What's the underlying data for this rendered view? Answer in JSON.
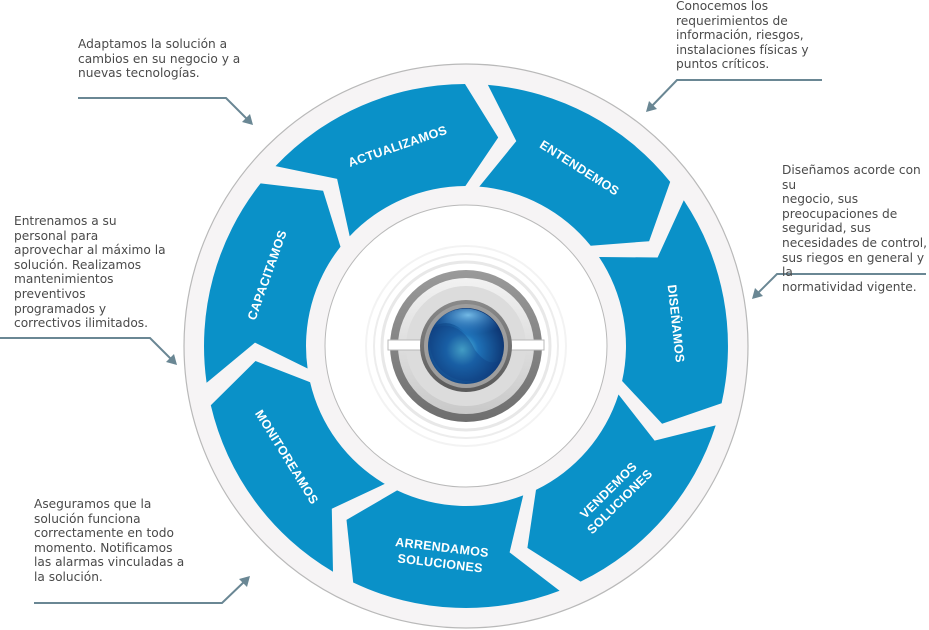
{
  "colors": {
    "segment_blue": "#0a91c8",
    "ring_fill": "#f6f4f5",
    "ring_stroke": "#b9b9b9",
    "connector": "#6a8794",
    "text": "#4a4a4a"
  },
  "center_icon": "camera-lens-icon",
  "segments": [
    {
      "id": "entendemos",
      "lines": [
        "ENTENDEMOS"
      ]
    },
    {
      "id": "disenamos",
      "lines": [
        "DISEÑAMOS"
      ]
    },
    {
      "id": "vendemos",
      "lines": [
        "VENDEMOS",
        "SOLUCIONES"
      ]
    },
    {
      "id": "arrendamos",
      "lines": [
        "ARRENDAMOS",
        "SOLUCIONES"
      ]
    },
    {
      "id": "monitoreamos",
      "lines": [
        "MONITOREAMOS"
      ]
    },
    {
      "id": "capacitamos",
      "lines": [
        "CAPACITAMOS"
      ]
    },
    {
      "id": "actualizamos",
      "lines": [
        "ACTUALIZAMOS"
      ]
    }
  ],
  "notes": {
    "actualizamos": [
      "Adaptamos la solución a",
      "cambios en su negocio y a",
      "nuevas tecnologías."
    ],
    "entendemos": [
      "Conocemos los",
      "requerimientos de",
      "información, riesgos,",
      "instalaciones físicas y",
      "puntos críticos."
    ],
    "disenamos": [
      "Diseñamos acorde con su",
      "negocio, sus",
      "preocupaciones de",
      "seguridad, sus",
      "necesidades de control,",
      "sus riegos en general y la",
      "normatividad vigente."
    ],
    "capacitamos": [
      "Entrenamos a su",
      "personal para",
      "aprovechar al máximo la",
      "solución. Realizamos",
      "mantenimientos",
      "preventivos",
      "programados y",
      "correctivos ilimitados."
    ],
    "monitoreamos": [
      "Aseguramos que la",
      "solución funciona",
      "correctamente en todo",
      "momento. Notificamos",
      "las alarmas vinculadas a",
      "la solución."
    ]
  }
}
